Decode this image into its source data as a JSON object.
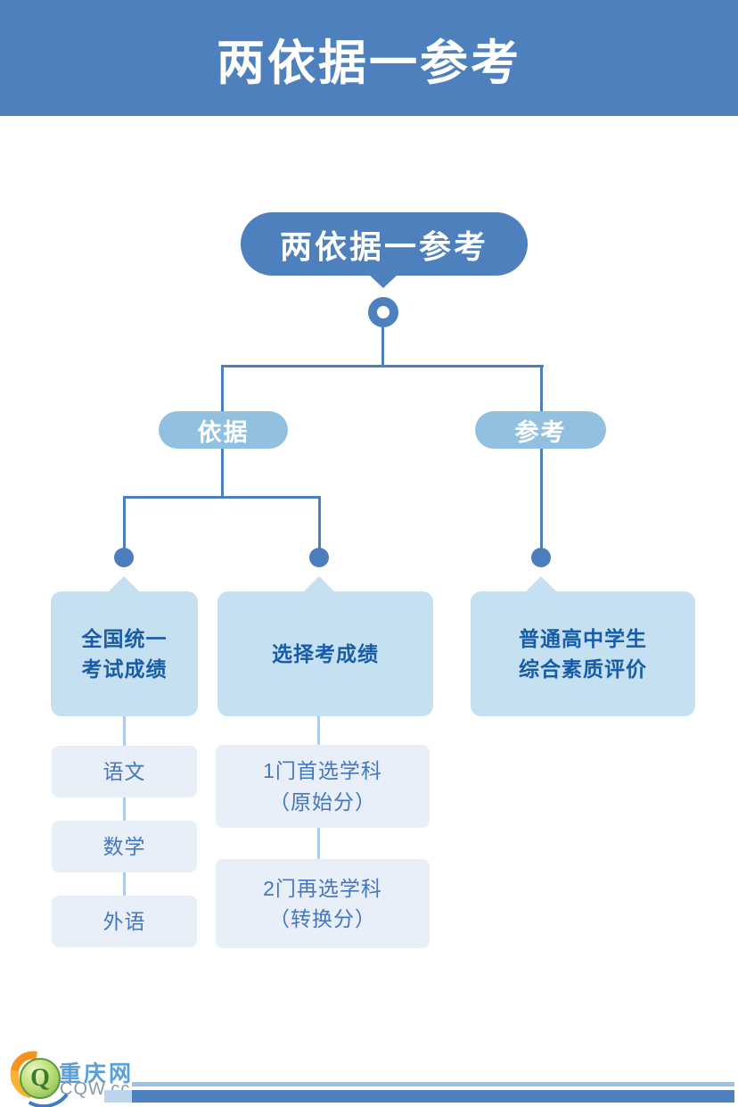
{
  "colors": {
    "primary_blue": "#4E80BD",
    "branch_pill_blue": "#92C0E1",
    "category_box_blue": "#C5E0F0",
    "item_box_blue": "#E9EFF8",
    "category_text_blue": "#185CA8",
    "item_text_blue": "#4377BE",
    "connector_light_blue": "#AECBE9",
    "footer_line_blue": "#9CC2E8",
    "brand_blue": "#5B9FD8",
    "domain_gray": "#8A98A8"
  },
  "header": {
    "title": "两依据一参考"
  },
  "diagram": {
    "root_label": "两依据一参考",
    "branch_left_label": "依据",
    "branch_right_label": "参考",
    "category_exam_label": "全国统一\n考试成绩",
    "category_selective_label": "选择考成绩",
    "category_quality_label": "普通高中学生\n综合素质评价",
    "exam_subjects": [
      "语文",
      "数学",
      "外语"
    ],
    "selective_items": [
      "1门首选学科\n（原始分）",
      "2门再选学科\n（转换分）"
    ]
  },
  "footer": {
    "brand_name": "重庆网",
    "brand_domain": "CQW.cc",
    "logo_letter": "Q"
  }
}
